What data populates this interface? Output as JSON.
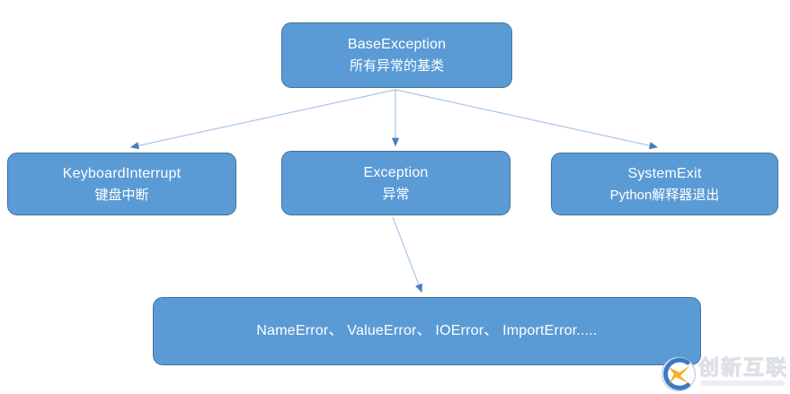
{
  "diagram": {
    "description": "Python exception class hierarchy",
    "nodes": {
      "base": {
        "title": "BaseException",
        "subtitle": "所有异常的基类"
      },
      "keyboard_interrupt": {
        "title": "KeyboardInterrupt",
        "subtitle": "键盘中断"
      },
      "exception": {
        "title": "Exception",
        "subtitle": "异常"
      },
      "system_exit": {
        "title": "SystemExit",
        "subtitle": "Python解释器退出"
      },
      "subclasses": {
        "title": "NameError、 ValueError、 IOError、 ImportError....."
      }
    },
    "edges": [
      {
        "from": "base",
        "to": "keyboard_interrupt"
      },
      {
        "from": "base",
        "to": "exception"
      },
      {
        "from": "base",
        "to": "system_exit"
      },
      {
        "from": "exception",
        "to": "subclasses"
      }
    ]
  },
  "colors": {
    "node_fill": "#5B9BD5",
    "node_border": "#41719C",
    "connector": "#AAC6E4",
    "arrowhead": "#4A7EBB",
    "node_text": "#FFFFFF"
  },
  "watermark": {
    "brand": "创新互联",
    "logo": "cx-logo-icon"
  }
}
